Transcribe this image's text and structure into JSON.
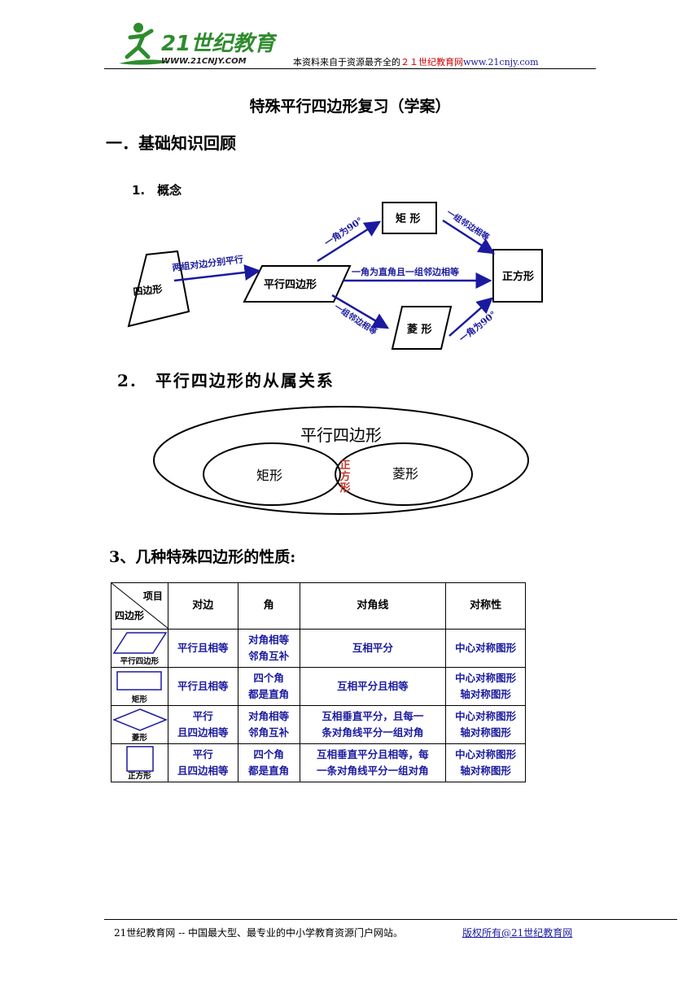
{
  "header": {
    "logo_text": "21世纪教育",
    "logo_url": "WWW.21CNJY.COM",
    "note_prefix": "本资料来自于资源最齐全的",
    "note_site": "２１世纪教育网",
    "note_url": "www.21cnjy.com"
  },
  "title": "特殊平行四边形复习（学案）",
  "section1": "一．基础知识回顾",
  "concept": {
    "heading": "1.　概念",
    "quad": "四边形",
    "parallelogram": "平行四边形",
    "rectangle": "矩 形",
    "rhombus": "菱 形",
    "square": "正方形",
    "arrow_quad_para": "两组对边分别平行",
    "arrow_para_rect": "一角为90°",
    "arrow_rect_square": "一组邻边相等",
    "arrow_para_square": "一角为直角且一组邻边相等",
    "arrow_para_rhombus": "一组邻边相等",
    "arrow_rhombus_square": "一角为90°"
  },
  "relation": {
    "heading": "2.　平行四边形的从属关系",
    "outer": "平行四边形",
    "left": "矩形",
    "right": "菱形",
    "center_1": "正",
    "center_2": "方",
    "center_3": "形"
  },
  "properties": {
    "heading": "3、几种特殊四边形的性质:",
    "corner_top": "项目",
    "corner_bottom": "四边形",
    "columns": [
      "对边",
      "角",
      "对角线",
      "对称性"
    ],
    "rows": [
      {
        "name": "平行四边形",
        "sides_1": "平行且相等",
        "sides_2": "",
        "angles_1": "对角相等",
        "angles_2": "邻角互补",
        "diag_1": "互相平分",
        "diag_2": "",
        "sym_1": "中心对称图形",
        "sym_2": ""
      },
      {
        "name": "矩形",
        "sides_1": "平行且相等",
        "sides_2": "",
        "angles_1": "四个角",
        "angles_2": "都是直角",
        "diag_1": "互相平分且相等",
        "diag_2": "",
        "sym_1": "中心对称图形",
        "sym_2": "轴对称图形"
      },
      {
        "name": "菱形",
        "sides_1": "平行",
        "sides_2": "且四边相等",
        "angles_1": "对角相等",
        "angles_2": "邻角互补",
        "diag_1": "互相垂直平分，且每一",
        "diag_2": "条对角线平分一组对角",
        "sym_1": "中心对称图形",
        "sym_2": "轴对称图形"
      },
      {
        "name": "正方形",
        "sides_1": "平行",
        "sides_2": "且四边相等",
        "angles_1": "四个角",
        "angles_2": "都是直角",
        "diag_1": "互相垂直平分且相等，每",
        "diag_2": "一条对角线平分一组对角",
        "sym_1": "中心对称图形",
        "sym_2": "轴对称图形"
      }
    ]
  },
  "footer": {
    "left": "21世纪教育网 -- 中国最大型、最专业的中小学教育资源门户网站。",
    "right": "版权所有@21世纪教育网"
  }
}
